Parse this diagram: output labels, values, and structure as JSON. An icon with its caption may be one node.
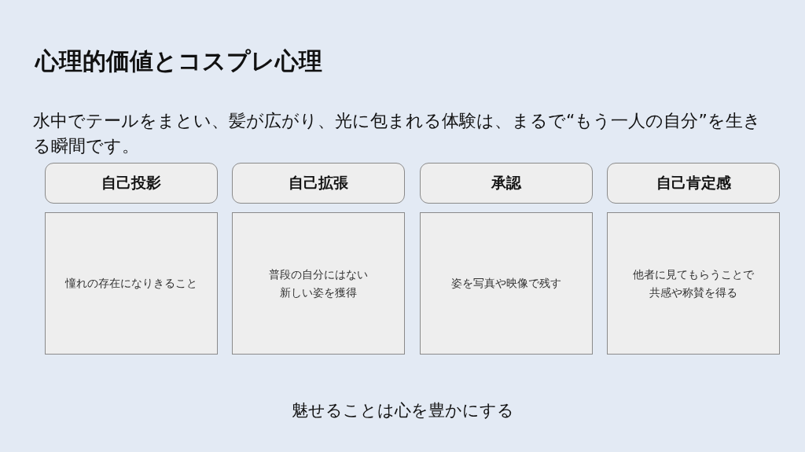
{
  "diagram": {
    "title": "心理的価値とコスプレ心理",
    "nodes": [
      {
        "text": [
          "自己投影"
        ]
      },
      {
        "text": [
          "自己拡張"
        ]
      },
      {
        "text": [
          "承認"
        ]
      },
      {
        "text": [
          "自己肯定感"
        ]
      },
      {
        "text": [
          "憧れの存在になりきること"
        ]
      },
      {
        "text": [
          "普段の自分にはない新しい姿を獲得"
        ]
      },
      {
        "text": [
          "姿を写真や映像で残す"
        ]
      },
      {
        "text": [
          "他者に見てもらうことで共感や称賛を得る"
        ]
      }
    ],
    "labels": [
      "水中でテールをまとい、髪が広がり、光に包まれる体験は、まるで“もう一人の自分”を生きる瞬間です。",
      "魅せることは心を豊かにする"
    ]
  }
}
